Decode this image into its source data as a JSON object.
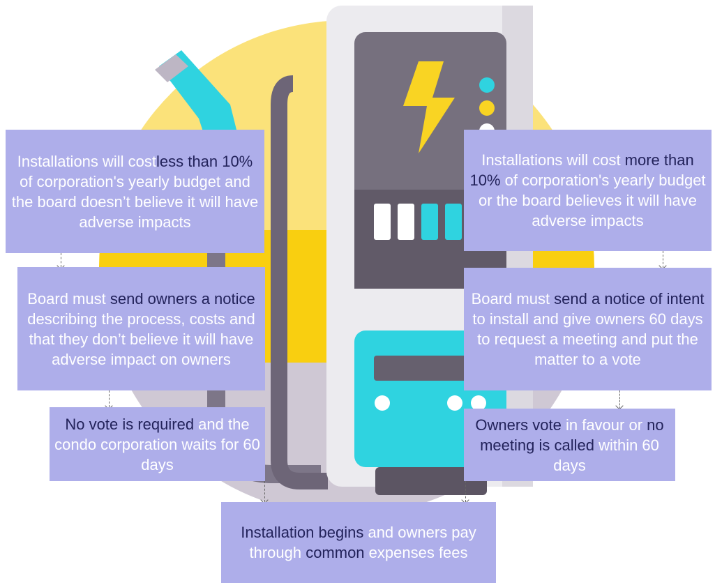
{
  "boxes": {
    "left_1": [
      "Installations will cost",
      {
        "hl": "less than 10%"
      },
      " of corporation's yearly budget and the board doesn’t believe it will have adverse impacts"
    ],
    "left_2": [
      "Board must ",
      {
        "hl": "send owners a notice"
      },
      " describing the process, costs and that they don’t believe it will have adverse impact on owners"
    ],
    "left_3": [
      {
        "hl": "No vote is required"
      },
      " and the condo corporation waits for 60 days"
    ],
    "right_1": [
      "Installations will cost ",
      {
        "hl": "more than 10%"
      },
      " of corporation's yearly budget or the board believes it will have adverse impacts"
    ],
    "right_2": [
      "Board must ",
      {
        "hl": "send a notice of intent"
      },
      " to install and give owners 60 days to request a meeting and put the matter to a vote"
    ],
    "right_3": [
      {
        "hl": "Owners vote"
      },
      " in favour or ",
      {
        "hl": "no meeting is called"
      },
      " within 60 days"
    ],
    "bottom": [
      {
        "hl": "Installation begins"
      },
      " and owners pay through ",
      {
        "hl": "common"
      },
      " expenses fees"
    ]
  },
  "colors": {
    "box_fill": "#aeaeea",
    "box_text": "#ffffff",
    "highlight_text": "#22225a",
    "background_circle": "#fbe27a",
    "accent_cyan": "#2fd3e0",
    "charger_dark": "#6c6472",
    "bolt_yellow": "#f9d423"
  },
  "icons": [
    "ev-charger-icon",
    "lightning-bolt-icon",
    "charging-plug-icon"
  ]
}
